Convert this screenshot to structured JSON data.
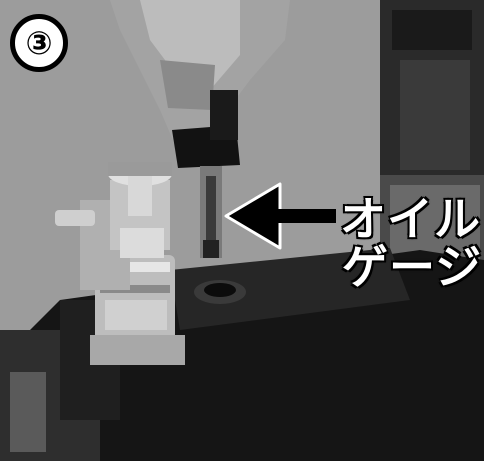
{
  "image": {
    "step_number": "③",
    "callout": {
      "line1": "オイル",
      "line2": "ゲージ"
    }
  }
}
